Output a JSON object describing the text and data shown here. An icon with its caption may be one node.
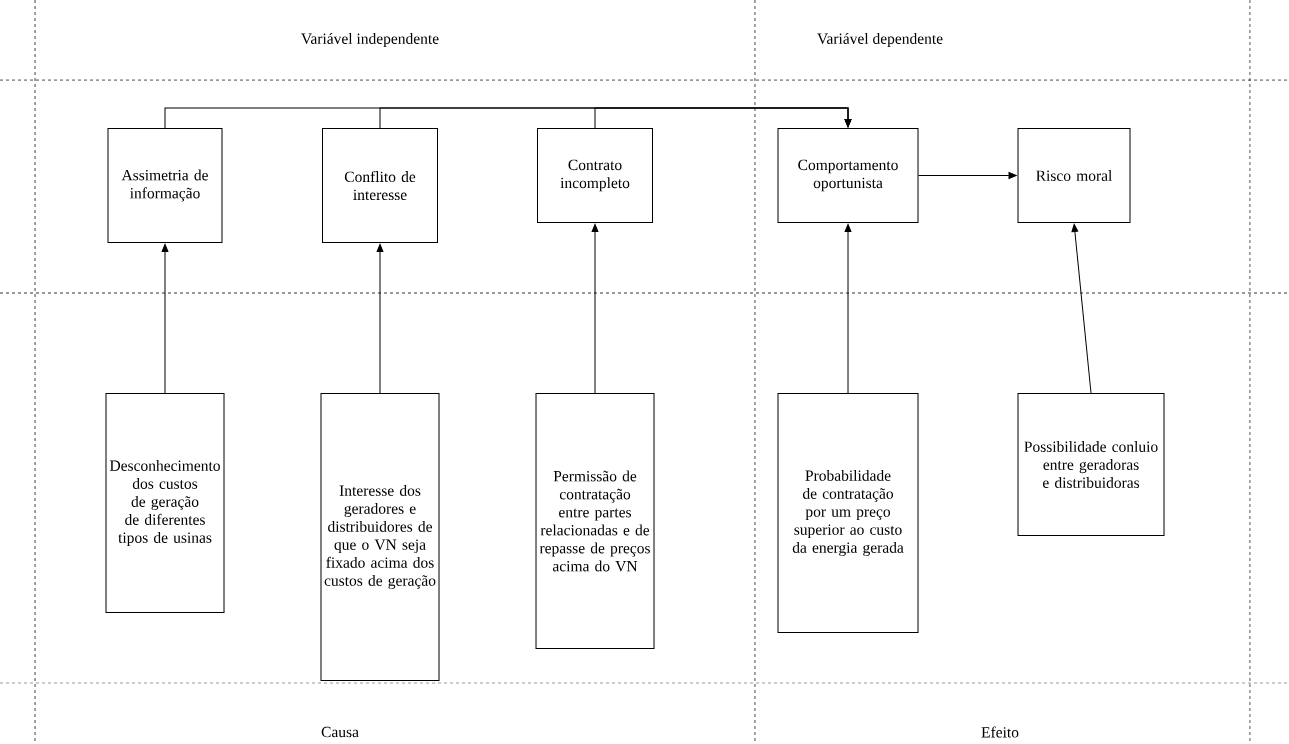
{
  "diagram": {
    "nodes": [
      {
        "text": [
          "Assimetria de informação"
        ]
      },
      {
        "text": [
          "Conflito de interesse"
        ]
      },
      {
        "text": [
          "Contrato incompleto"
        ]
      },
      {
        "text": [
          "Comportamento oportunista"
        ]
      },
      {
        "text": [
          "Risco moral"
        ]
      },
      {
        "text": [
          "Desconhecimento dos custos de geração de diferentes tipos de usinas"
        ]
      },
      {
        "text": [
          "Interesse dos geradores e distribuidores de que o VN seja fixado acima dos custos de geração"
        ]
      },
      {
        "text": [
          "Permissão de contratação entre partes relacionadas e de repasse de preços acima do VN"
        ]
      },
      {
        "text": [
          "Probabilidade de contratação por um preço superior ao custo da energia gerada"
        ]
      },
      {
        "text": [
          "Possibilidade conluio entre geradoras e distribuidoras"
        ]
      }
    ],
    "edges": [
      {
        "from": 0,
        "to": 3,
        "arrow": "to"
      },
      {
        "from": 1,
        "to": 3,
        "arrow": "to"
      },
      {
        "from": 2,
        "to": 3,
        "arrow": "to"
      },
      {
        "from": 3,
        "to": 4,
        "arrow": "to"
      },
      {
        "from": 5,
        "to": 0,
        "arrow": "to"
      },
      {
        "from": 6,
        "to": 1,
        "arrow": "to"
      },
      {
        "from": 7,
        "to": 2,
        "arrow": "to"
      },
      {
        "from": 8,
        "to": 3,
        "arrow": "to"
      },
      {
        "from": 9,
        "to": 4,
        "arrow": "to"
      }
    ],
    "labels": [
      "Variável independente",
      "Variável dependente",
      "Causa",
      "Efeito"
    ]
  }
}
